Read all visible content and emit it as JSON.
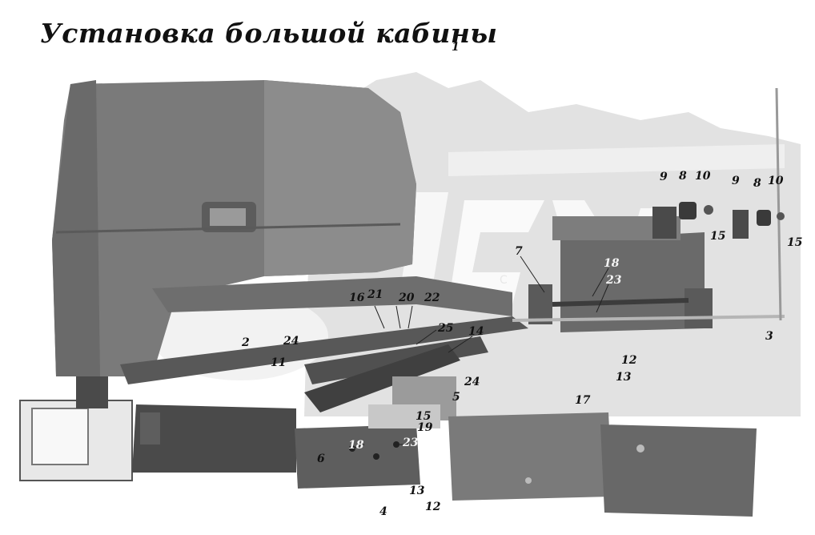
{
  "title": "Установка большой кабины",
  "watermark_text": "C",
  "callouts": [
    {
      "id": "c1",
      "text": "1"
    },
    {
      "id": "c2",
      "text": "2"
    },
    {
      "id": "c3",
      "text": "3"
    },
    {
      "id": "c4",
      "text": "4"
    },
    {
      "id": "c5",
      "text": "5"
    },
    {
      "id": "c6",
      "text": "6"
    },
    {
      "id": "c7",
      "text": "7"
    },
    {
      "id": "c8a",
      "text": "8"
    },
    {
      "id": "c8b",
      "text": "8"
    },
    {
      "id": "c9a",
      "text": "9"
    },
    {
      "id": "c9b",
      "text": "9"
    },
    {
      "id": "c10a",
      "text": "10"
    },
    {
      "id": "c10b",
      "text": "10"
    },
    {
      "id": "c11",
      "text": "11"
    },
    {
      "id": "c12a",
      "text": "12"
    },
    {
      "id": "c12b",
      "text": "12"
    },
    {
      "id": "c13a",
      "text": "13"
    },
    {
      "id": "c13b",
      "text": "13"
    },
    {
      "id": "c14",
      "text": "14"
    },
    {
      "id": "c15a",
      "text": "15"
    },
    {
      "id": "c15b",
      "text": "15"
    },
    {
      "id": "c15c",
      "text": "15"
    },
    {
      "id": "c16",
      "text": "16"
    },
    {
      "id": "c17",
      "text": "17"
    },
    {
      "id": "c18a",
      "text": "18"
    },
    {
      "id": "c18b",
      "text": "18"
    },
    {
      "id": "c19",
      "text": "19"
    },
    {
      "id": "c20",
      "text": "20"
    },
    {
      "id": "c21",
      "text": "21"
    },
    {
      "id": "c22",
      "text": "22"
    },
    {
      "id": "c23a",
      "text": "23"
    },
    {
      "id": "c23b",
      "text": "23"
    },
    {
      "id": "c24a",
      "text": "24"
    },
    {
      "id": "c24b",
      "text": "24"
    },
    {
      "id": "c25",
      "text": "25"
    }
  ],
  "colors": {
    "background": "#ffffff",
    "watermark": "#dedede",
    "cabin_dark": "#727272",
    "cabin_mid": "#8a8a8a",
    "frame_dark": "#4e4e4e",
    "bracket": "#6c6c6c",
    "label": "#111111"
  }
}
